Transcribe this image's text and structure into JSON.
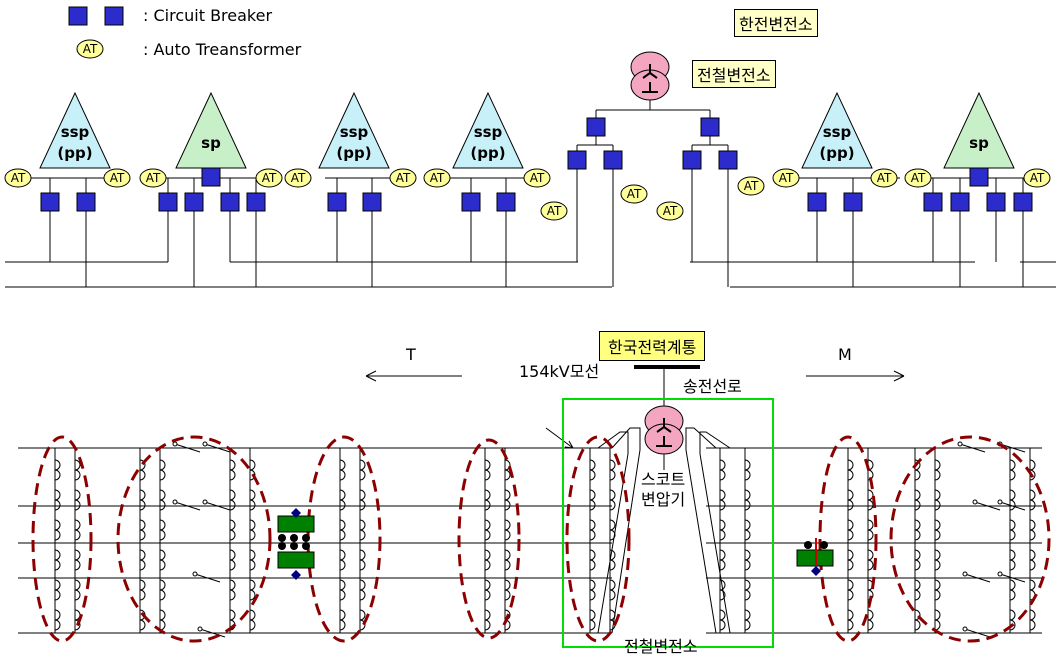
{
  "legend": {
    "breaker_label": ": Circuit Breaker",
    "at_label": ": Auto Treansformer",
    "at_symbol": "AT"
  },
  "top": {
    "kepco_substation": "한전변전소",
    "railway_substation": "전철변전소",
    "ssp_label": "ssp",
    "pp_label": "(pp)",
    "sp_label": "sp"
  },
  "bottom": {
    "grid_label": "한국전력계통",
    "bus_label": "154kV모선",
    "line_label": "송전선로",
    "transformer_label_1": "스코트",
    "transformer_label_2": "변압기",
    "substation_label": "전철변전소",
    "dir_left": "T",
    "dir_right": "M"
  },
  "colors": {
    "breaker": "#2c2ccc",
    "ssp_fill": "#c8f0f8",
    "sp_fill": "#c8f0c8",
    "at_fill": "#ffff99",
    "xfmr_fill": "#f4a6c0",
    "dash_red": "#8b0000",
    "green_box": "#00dd00",
    "green_block": "#008000"
  }
}
